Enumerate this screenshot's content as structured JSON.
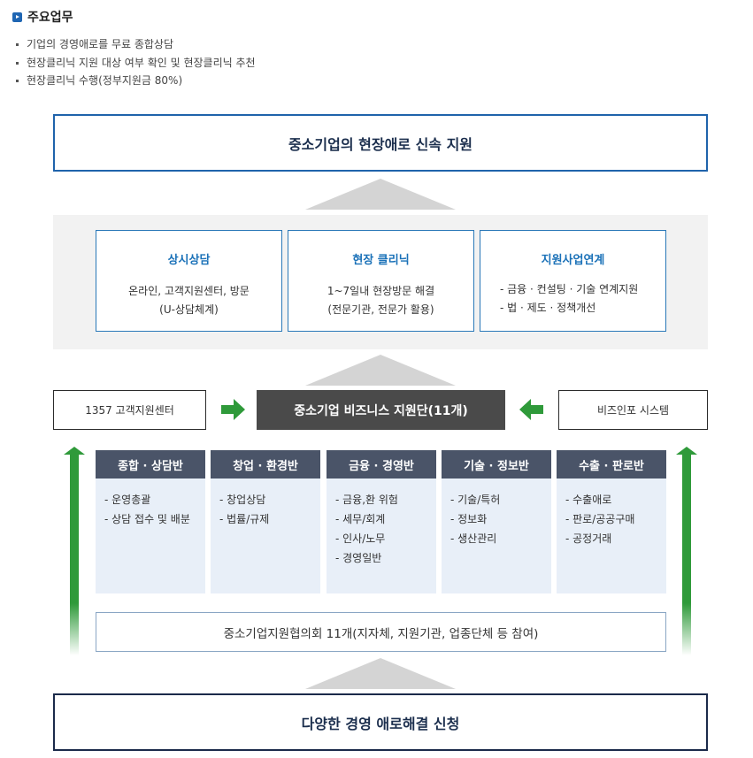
{
  "header": {
    "title": "주요업무",
    "bullets": [
      "기업의 경영애로를 무료 종합상담",
      "현장클리닉 지원 대상 여부 확인 및 현장클리닉 추천",
      "현장클리닉 수행(정부지원금 80%)"
    ]
  },
  "top_box": "중소기업의 현장애로 신속 지원",
  "services": [
    {
      "title": "상시상담",
      "lines": [
        "온라인, 고객지원센터, 방문",
        "(U-상담체계)"
      ]
    },
    {
      "title": "현장 클리닉",
      "lines": [
        "1~7일내 현장방문 해결",
        "(전문기관, 전문가 활용)"
      ]
    },
    {
      "title": "지원사업연계",
      "lines": [
        "- 금융 · 컨설팅 · 기술 연계지원",
        "- 법 · 제도 · 정책개선"
      ]
    }
  ],
  "middle": {
    "left": "1357 고객지원센터",
    "center": "중소기업 비즈니스 지원단(11개)",
    "right": "비즈인포 시스템"
  },
  "departments": [
    {
      "title": "종합 · 상담반",
      "items": [
        "- 운영총괄",
        "- 상담 접수 및 배분"
      ]
    },
    {
      "title": "창업 · 환경반",
      "items": [
        "- 창업상담",
        "- 법률/규제"
      ]
    },
    {
      "title": "금융 · 경영반",
      "items": [
        "- 금융,환 위험",
        "- 세무/회계",
        "- 인사/노무",
        "- 경영일반"
      ]
    },
    {
      "title": "기술 · 정보반",
      "items": [
        "- 기술/특허",
        "- 정보화",
        "- 생산관리"
      ]
    },
    {
      "title": "수출 · 판로반",
      "items": [
        "- 수출애로",
        "- 판로/공공구매",
        "- 공정거래"
      ]
    }
  ],
  "council": "중소기업지원협의회 11개(지자체, 지원기관, 업종단체 등 참여)",
  "bottom_box": "다양한 경영 애로해결 신청",
  "colors": {
    "accent_blue": "#1f63ab",
    "dept_header": "#4a5468",
    "center_dark": "#4a4a4a",
    "arrow_green": "#2f9a3a"
  }
}
